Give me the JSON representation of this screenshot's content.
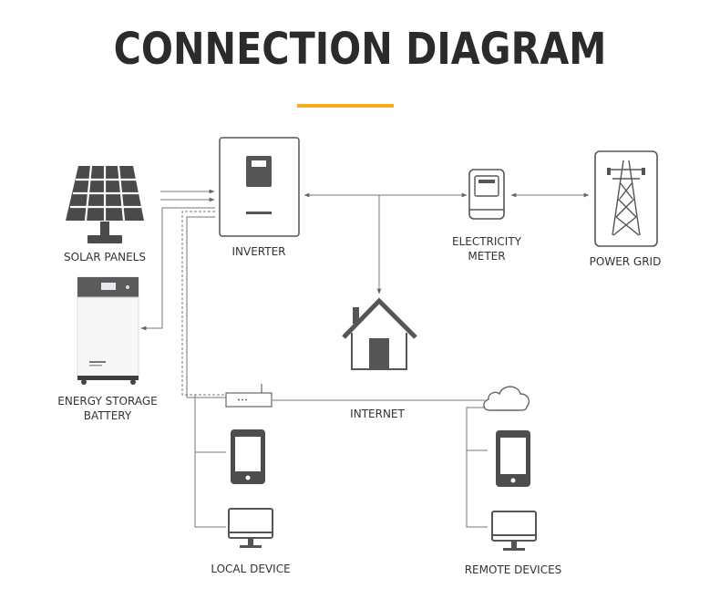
{
  "title": "CONNECTION DIAGRAM",
  "colors": {
    "accent": "#f2b020",
    "line": "#777777",
    "icon": "#555555",
    "title": "#2b2b2b"
  },
  "labels": {
    "solar_panels": "SOLAR PANELS",
    "inverter": "INVERTER",
    "meter_line1": "ELECTRICITY",
    "meter_line2": "METER",
    "power_grid": "POWER GRID",
    "battery_line1": "ENERGY STORAGE",
    "battery_line2": "BATTERY",
    "internet": "INTERNET",
    "local_device": "LOCAL DEVICE",
    "remote_devices": "REMOTE DEVICES"
  },
  "icons": {
    "solar": "solar-panel-icon",
    "inverter": "inverter-icon",
    "meter": "electricity-meter-icon",
    "grid": "power-tower-icon",
    "battery": "battery-cabinet-icon",
    "house": "house-icon",
    "router": "router-icon",
    "cloud": "cloud-icon",
    "phone": "smartphone-icon",
    "monitor": "monitor-icon"
  }
}
